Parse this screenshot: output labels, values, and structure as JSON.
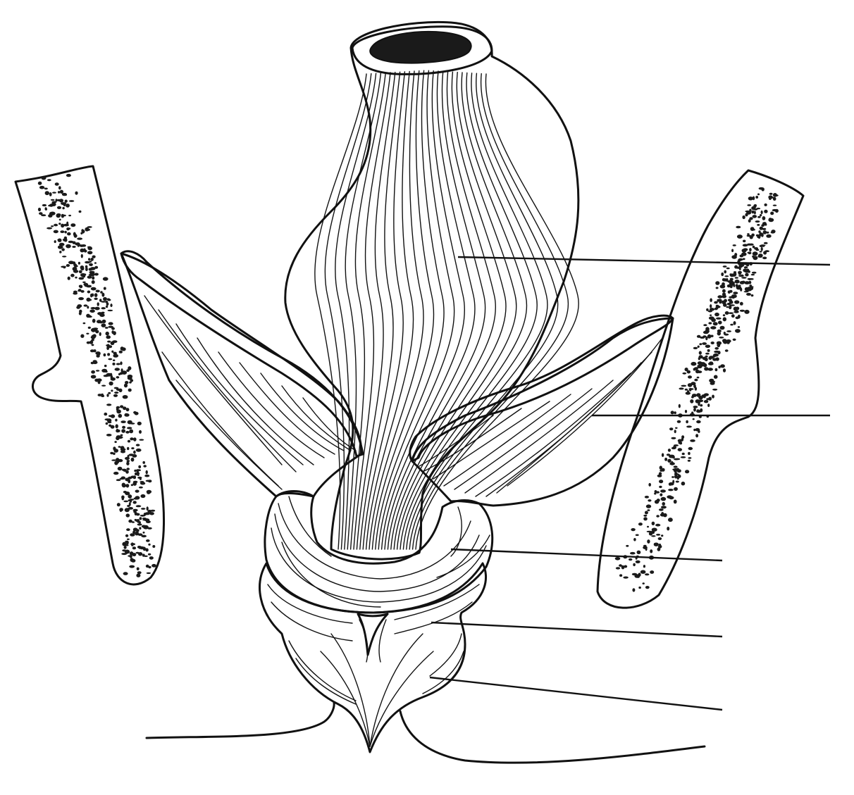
{
  "figure": {
    "colors": {
      "muscle": "#e9a482",
      "outline": "#111111",
      "background": "#ffffff",
      "bone_marrow": "#1a1a1a"
    },
    "labels": [
      {
        "id": "rectum",
        "text": ""
      },
      {
        "id": "levator-ani",
        "text": ""
      },
      {
        "id": "puborectalis",
        "text": ""
      },
      {
        "id": "external-sphincter-deep",
        "text": ""
      },
      {
        "id": "external-sphincter-subcutaneous",
        "text": ""
      }
    ]
  }
}
